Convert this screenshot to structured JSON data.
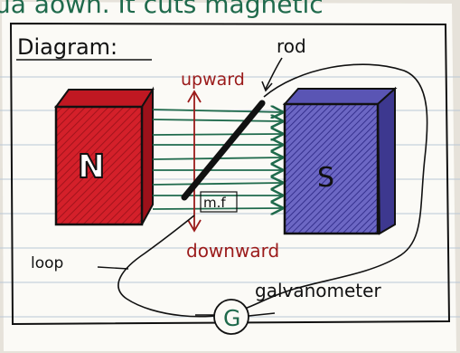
{
  "header_fragment": "ua aown. It cuts magnetic",
  "title": "Diagram:",
  "labels": {
    "rod": "rod",
    "upward": "upward",
    "downward": "downward",
    "mf": "m.f",
    "loop": "loop",
    "galvanometer": "galvanometer",
    "galvanometer_symbol": "G",
    "north": "N",
    "south": "S"
  },
  "colors": {
    "paper": "#fbfaf6",
    "rule_line": "#b9c8d6",
    "ink_green": "#1f6a4c",
    "ink_black": "#111111",
    "ink_red": "#9b1b1b",
    "magnet_red": "#d4202a",
    "magnet_blue": "#4b46a8"
  }
}
